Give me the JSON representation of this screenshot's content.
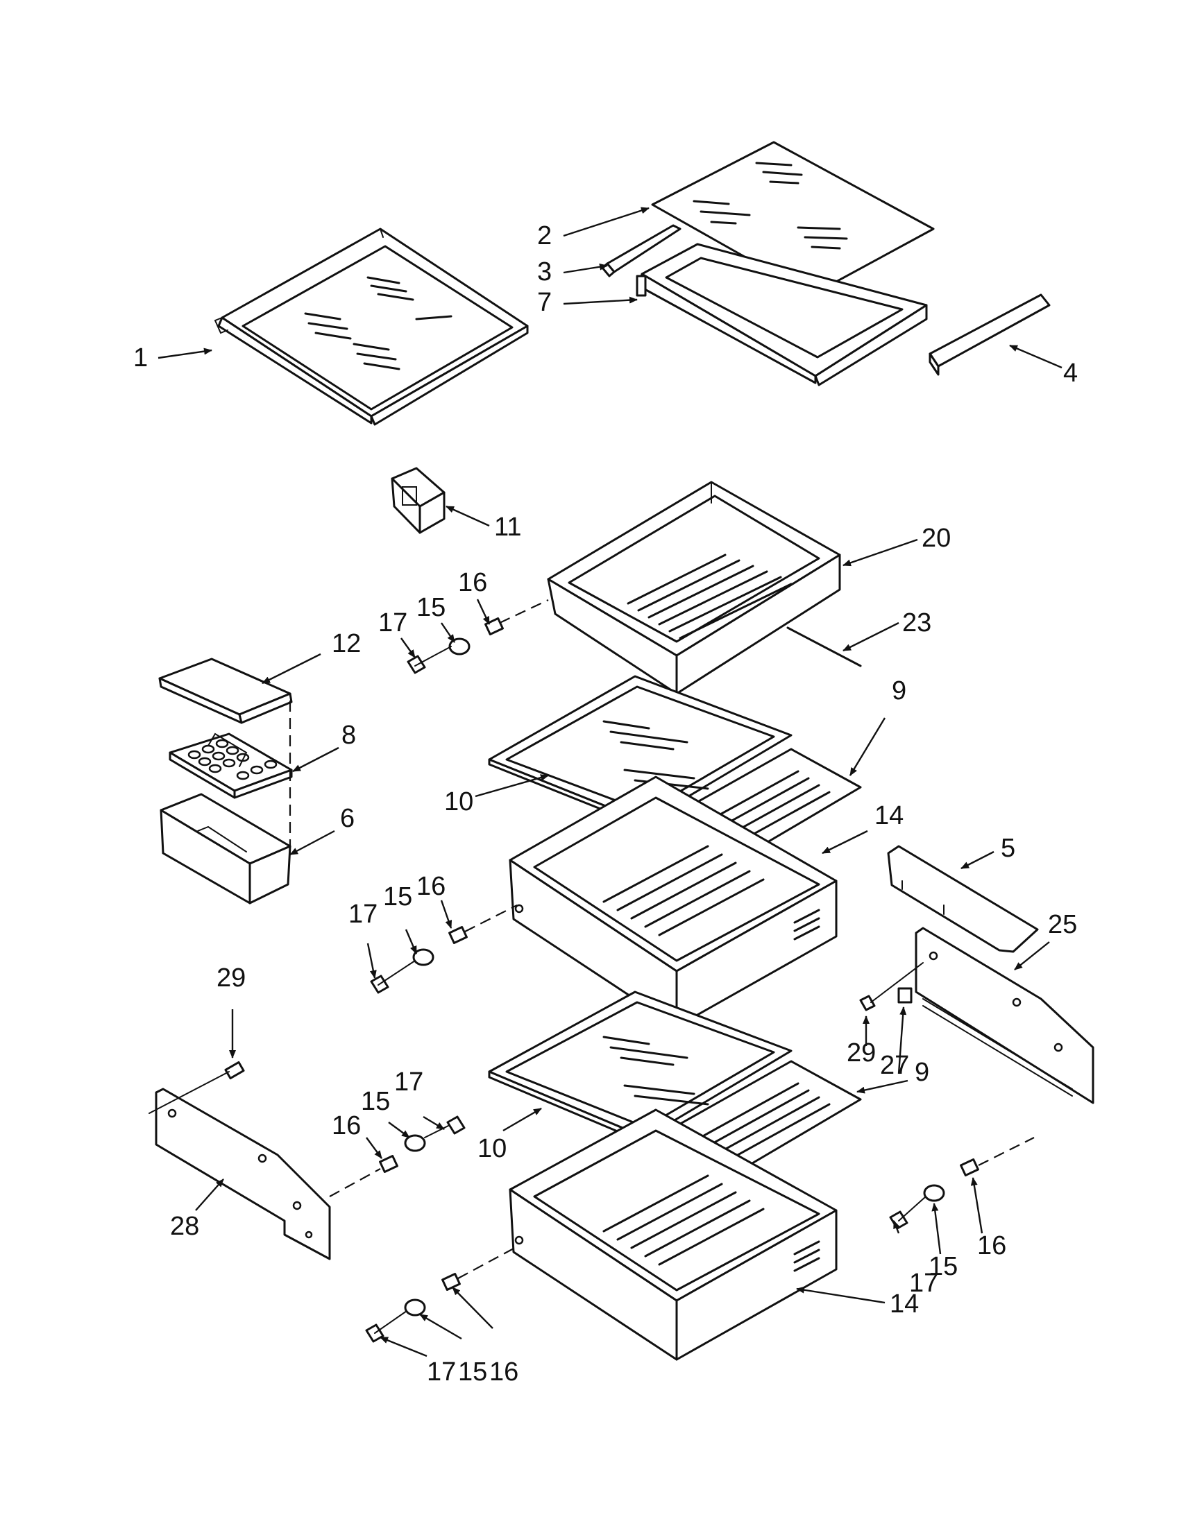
{
  "callouts": [
    {
      "id": "c1",
      "text": "1"
    },
    {
      "id": "c2",
      "text": "2"
    },
    {
      "id": "c3",
      "text": "3"
    },
    {
      "id": "c7",
      "text": "7"
    },
    {
      "id": "c4",
      "text": "4"
    },
    {
      "id": "c11",
      "text": "11"
    },
    {
      "id": "c20",
      "text": "20"
    },
    {
      "id": "c23",
      "text": "23"
    },
    {
      "id": "c16a",
      "text": "16"
    },
    {
      "id": "c15a",
      "text": "15"
    },
    {
      "id": "c17a",
      "text": "17"
    },
    {
      "id": "c12",
      "text": "12"
    },
    {
      "id": "c8",
      "text": "8"
    },
    {
      "id": "c6",
      "text": "6"
    },
    {
      "id": "c9a",
      "text": "9"
    },
    {
      "id": "c10a",
      "text": "10"
    },
    {
      "id": "c14a",
      "text": "14"
    },
    {
      "id": "c5",
      "text": "5"
    },
    {
      "id": "c25",
      "text": "25"
    },
    {
      "id": "c16b",
      "text": "16"
    },
    {
      "id": "c15b",
      "text": "15"
    },
    {
      "id": "c17b",
      "text": "17"
    },
    {
      "id": "c29a",
      "text": "29"
    },
    {
      "id": "c27",
      "text": "27"
    },
    {
      "id": "c29b",
      "text": "29"
    },
    {
      "id": "c9b",
      "text": "9"
    },
    {
      "id": "c17c",
      "text": "17"
    },
    {
      "id": "c15c",
      "text": "15"
    },
    {
      "id": "c16c",
      "text": "16"
    },
    {
      "id": "c10b",
      "text": "10"
    },
    {
      "id": "c28",
      "text": "28"
    },
    {
      "id": "c16d",
      "text": "16"
    },
    {
      "id": "c15d",
      "text": "15"
    },
    {
      "id": "c17d",
      "text": "17"
    },
    {
      "id": "c14b",
      "text": "14"
    },
    {
      "id": "c17e",
      "text": "17"
    },
    {
      "id": "c15e",
      "text": "15"
    },
    {
      "id": "c16e",
      "text": "16"
    }
  ]
}
